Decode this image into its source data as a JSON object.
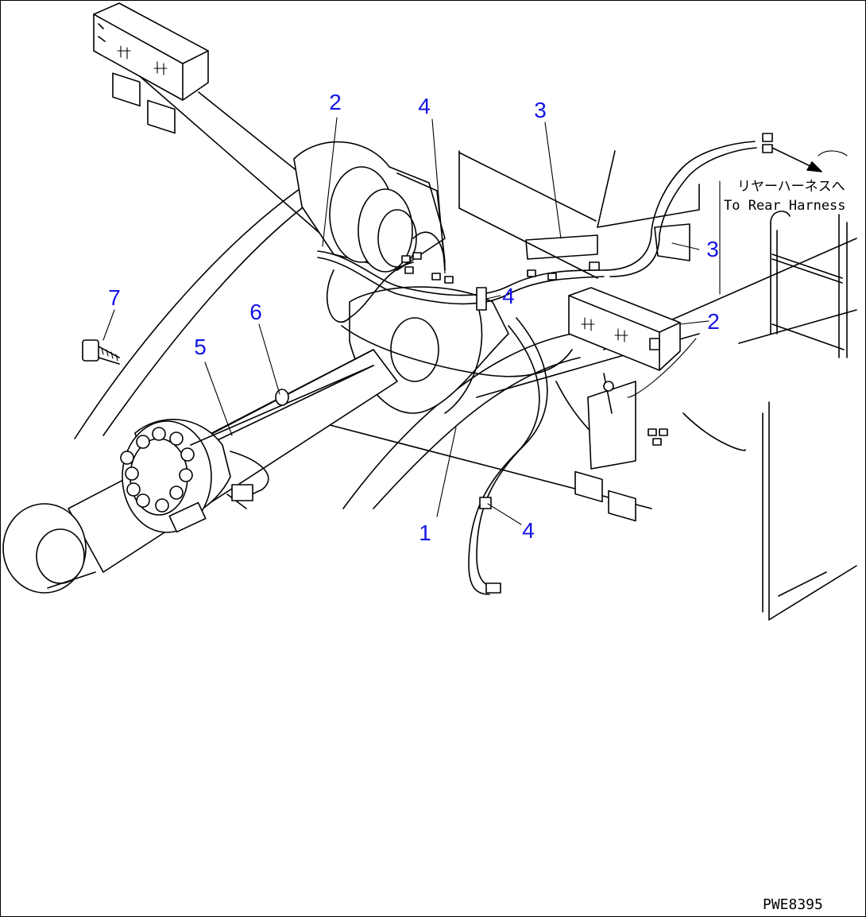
{
  "drawing": {
    "code": "PWE8395",
    "note_jp": "リヤーハーネスへ",
    "note_en": "To Rear Harness"
  },
  "callouts": {
    "c1": "1",
    "c2_top": "2",
    "c2_right": "2",
    "c3_top": "3",
    "c3_right": "3",
    "c4_top": "4",
    "c4_mid": "4",
    "c4_bottom": "4",
    "c5": "5",
    "c6": "6",
    "c7": "7"
  },
  "colors": {
    "callout": "#1414e6",
    "line": "#000000",
    "background": "#ffffff"
  }
}
